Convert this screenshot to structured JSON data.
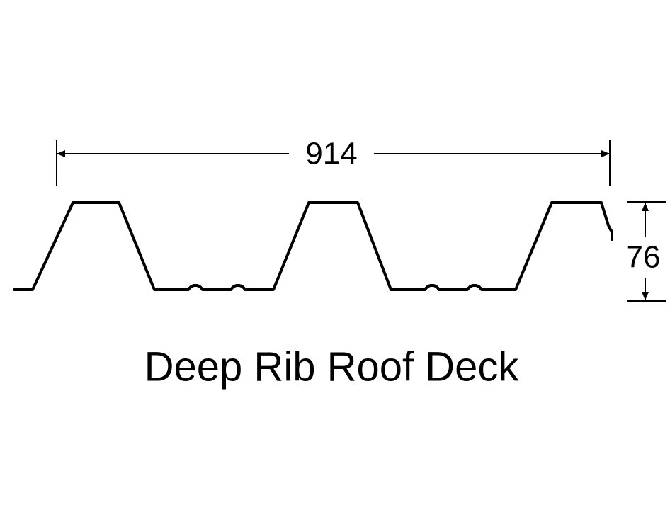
{
  "title": "Deep Rib Roof Deck",
  "dimensions": {
    "width_label": "914",
    "height_label": "76"
  },
  "colors": {
    "line": "#000000",
    "background": "#ffffff"
  }
}
